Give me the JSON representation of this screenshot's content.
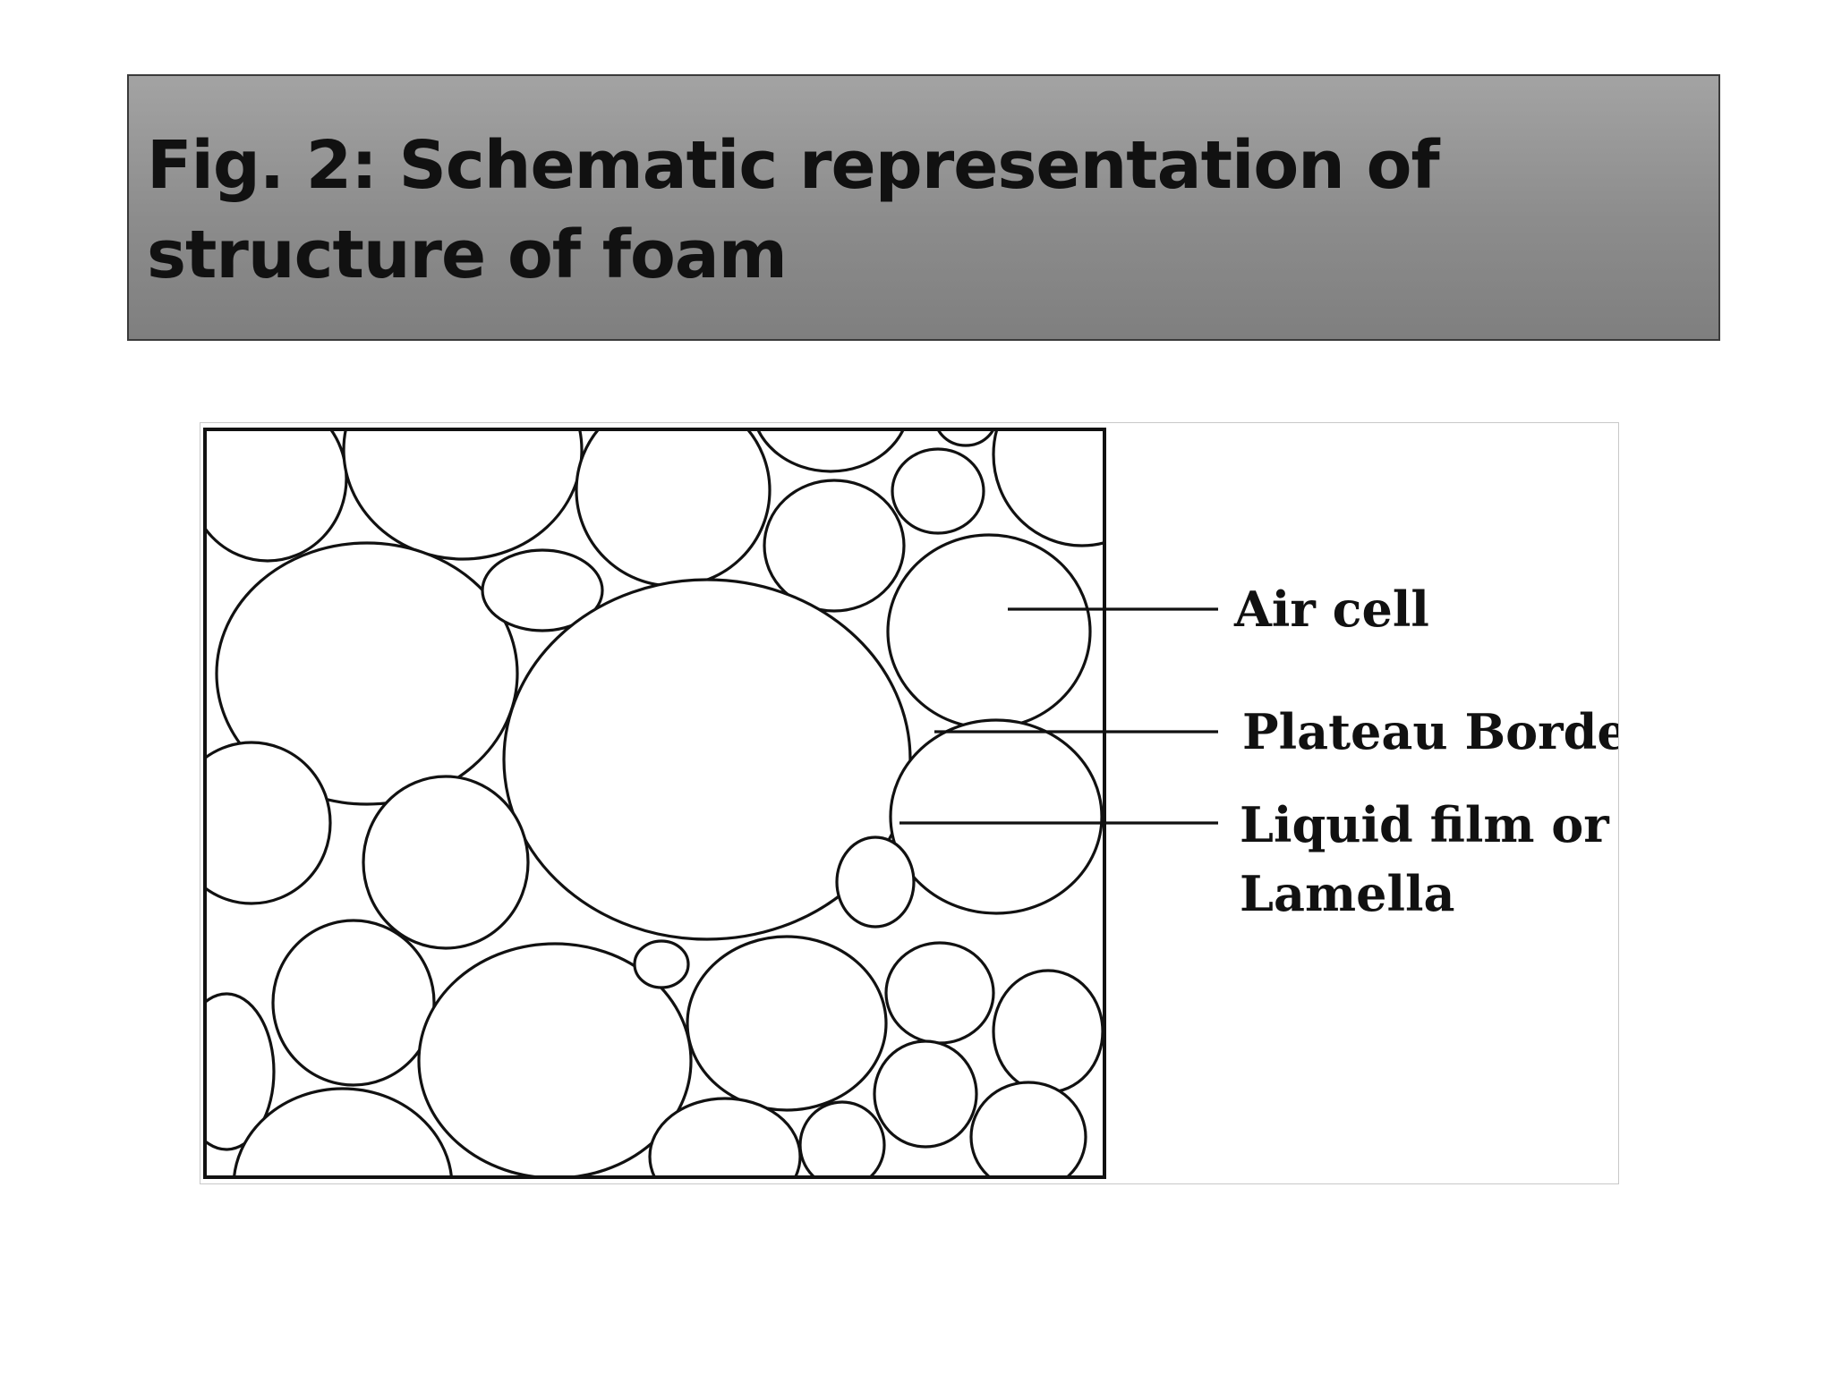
{
  "slide": {
    "title": "Fig. 2: Schematic representation of structure of foam",
    "colors": {
      "title_band": "#8c8c8c",
      "title_text": "#111111",
      "lines": "#111111"
    }
  },
  "diagram": {
    "labels": {
      "air_cell": "Air cell",
      "plateau_border": "Plateau Border",
      "liquid_film_line1": "Liquid film or",
      "liquid_film_line2": "Lamella"
    }
  }
}
